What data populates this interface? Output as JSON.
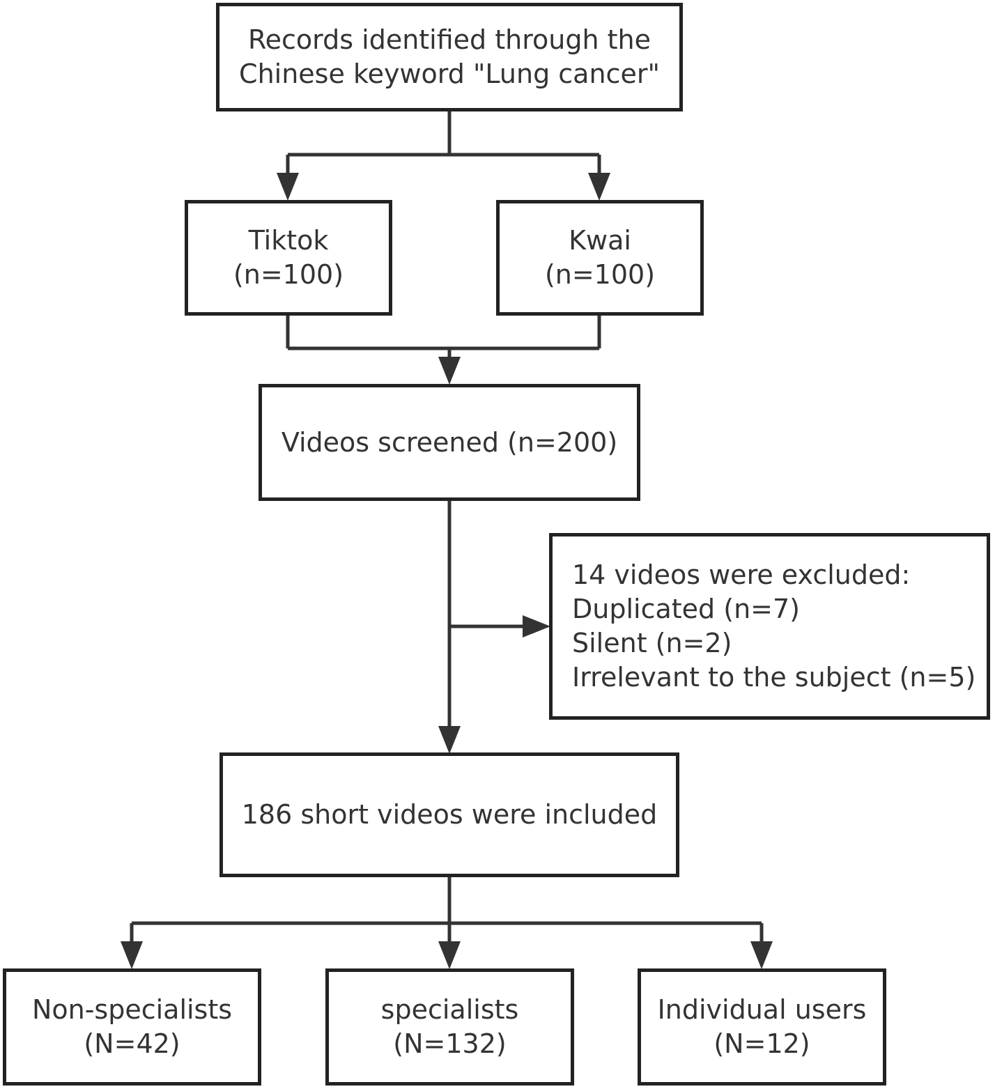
{
  "colors": {
    "line": "#333333",
    "border": "#222222",
    "text": "#333333",
    "background": "#ffffff"
  },
  "nodes": {
    "records": {
      "lines": [
        "Records identified through the",
        "Chinese keyword \"Lung cancer\""
      ]
    },
    "tiktok": {
      "lines": [
        "Tiktok",
        "(n=100)"
      ]
    },
    "kwai": {
      "lines": [
        "Kwai",
        "(n=100)"
      ]
    },
    "screened": {
      "lines": [
        "Videos screened (n=200)"
      ]
    },
    "excluded": {
      "lines": [
        "14 videos were excluded:",
        "Duplicated (n=7)",
        "Silent (n=2)",
        "Irrelevant to the subject (n=5)"
      ]
    },
    "included": {
      "lines": [
        "186 short videos were included"
      ]
    },
    "non_specialists": {
      "lines": [
        "Non-specialists",
        "(N=42)"
      ]
    },
    "specialists": {
      "lines": [
        "specialists",
        "(N=132)"
      ]
    },
    "individual_users": {
      "lines": [
        "Individual users",
        "(N=12)"
      ]
    }
  },
  "edges": [
    {
      "from": "records",
      "to": "tiktok"
    },
    {
      "from": "records",
      "to": "kwai"
    },
    {
      "from": "tiktok",
      "to": "screened"
    },
    {
      "from": "kwai",
      "to": "screened"
    },
    {
      "from": "screened",
      "to": "excluded"
    },
    {
      "from": "screened",
      "to": "included"
    },
    {
      "from": "included",
      "to": "non_specialists"
    },
    {
      "from": "included",
      "to": "specialists"
    },
    {
      "from": "included",
      "to": "individual_users"
    }
  ]
}
